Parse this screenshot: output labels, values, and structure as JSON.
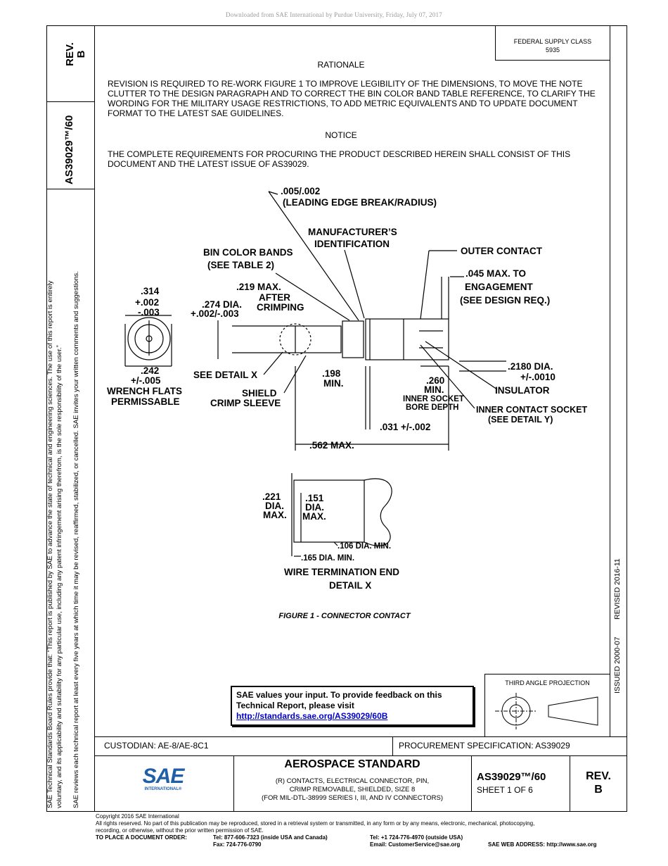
{
  "download_banner": "Downloaded from SAE International by Purdue University, Friday, July 07, 2017",
  "side_margin": {
    "rev_label": "REV.",
    "rev_value": "B",
    "doc_number": "AS39029™/60",
    "rules_line1": "SAE Technical Standards Board Rules provide that: “This report is published by SAE to advance the state of technical and engineering sciences. The use of this report is entirely",
    "rules_line2": "voluntary, and its applicability and suitability for any particular use, including any patent infringement arising therefrom, is the sole responsibility of the user.”",
    "rules_line3": "SAE reviews each technical report at least every five years at which time it may be revised, reaffirmed, stabilized, or cancelled. SAE invites your written comments and suggestions."
  },
  "right_margin": {
    "issued": "ISSUED 2000-07",
    "revised": "REVISED 2016-11"
  },
  "federal_supply": {
    "line1": "FEDERAL SUPPLY CLASS",
    "line2": "5935"
  },
  "rationale": {
    "heading": "RATIONALE",
    "text": "REVISION IS REQUIRED TO RE-WORK FIGURE 1 TO IMPROVE LEGIBILITY OF THE DIMENSIONS, TO MOVE THE NOTE CLUTTER TO THE DESIGN PARAGRAPH AND TO CORRECT THE BIN COLOR BAND TABLE REFERENCE, TO CLARIFY THE WORDING FOR THE MILITARY USAGE RESTRICTIONS, TO ADD METRIC EQUIVALENTS AND TO UPDATE DOCUMENT FORMAT TO THE LATEST SAE GUIDELINES."
  },
  "notice": {
    "heading": "NOTICE",
    "text": "THE COMPLETE REQUIREMENTS FOR PROCURING THE PRODUCT DESCRIBED HEREIN SHALL CONSIST OF THIS DOCUMENT AND THE LATEST ISSUE OF AS39029."
  },
  "figure": {
    "caption": "FIGURE 1 - CONNECTOR CONTACT",
    "labels": {
      "edge_break_1": ".005/.002",
      "edge_break_2": "(LEADING EDGE BREAK/RADIUS)",
      "mfr_1": "MANUFACTURER’S",
      "mfr_2": "IDENTIFICATION",
      "bin_1": "BIN COLOR BANDS",
      "bin_2": "(SEE TABLE 2)",
      "outer_contact": "OUTER CONTACT",
      "max045_1": ".045 MAX. TO",
      "max045_2": "ENGAGEMENT",
      "max045_3": "(SEE DESIGN REQ.)",
      "d314_1": ".314",
      "d314_2": "+.002",
      "d314_3": "-.003",
      "d219_1": ".219 MAX.",
      "d219_2": "AFTER",
      "d219_3": "CRIMPING",
      "d274_1": ".274 DIA.",
      "d274_2": "+.002/-.003",
      "d242_1": ".242",
      "d242_2": "+/-.005",
      "wrench_1": "WRENCH FLATS",
      "wrench_2": "PERMISSABLE",
      "see_detail_x": "SEE DETAIL X",
      "shield_1": "SHIELD",
      "shield_2": "CRIMP SLEEVE",
      "d198_1": ".198",
      "d198_2": "MIN.",
      "d260_1": ".260",
      "d260_2": "MIN.",
      "bore_1": "INNER SOCKET",
      "bore_2": "BORE DEPTH",
      "d2180_1": ".2180 DIA.",
      "d2180_2": "+/-.0010",
      "insulator": "INSULATOR",
      "socket_1": "INNER CONTACT SOCKET",
      "socket_2": "(SEE DETAIL Y)",
      "d031": ".031 +/-.002",
      "d562": ".562 MAX.",
      "d221_1": ".221",
      "d221_2": "DIA.",
      "d221_3": "MAX.",
      "d151_1": ".151",
      "d151_2": "DIA.",
      "d151_3": "MAX.",
      "d106": ".106 DIA. MIN.",
      "d165": ".165 DIA. MIN.",
      "detail_1": "WIRE TERMINATION END",
      "detail_2": "DETAIL X"
    }
  },
  "feedback": {
    "line1": "SAE values your input. To provide feedback on this",
    "line2": "Technical Report, please visit",
    "link": "http://standards.sae.org/AS39029/60B"
  },
  "projection": {
    "label": "THIRD ANGLE PROJECTION"
  },
  "title_block": {
    "custodian": "CUSTODIAN: AE-8/AE-8C1",
    "procurement": "PROCUREMENT SPECIFICATION: AS39029",
    "logo_text": "SAE",
    "logo_sub": "INTERNATIONAL®",
    "standard_type": "AEROSPACE STANDARD",
    "title_1": "(R) CONTACTS, ELECTRICAL CONNECTOR, PIN,",
    "title_2": "CRIMP REMOVABLE, SHIELDED, SIZE 8",
    "title_3": "(FOR MIL-DTL-38999 SERIES I, III, AND IV CONNECTORS)",
    "doc_number": "AS39029™/60",
    "sheet": "SHEET 1 OF 6",
    "rev_label": "REV.",
    "rev_value": "B"
  },
  "footer": {
    "copyright": "Copyright 2016 SAE International",
    "rights_1": "All rights reserved. No part of this publication may be reproduced, stored in a retrieval system or transmitted, in any form or by any means, electronic, mechanical, photocopying,",
    "rights_2": "recording, or otherwise, without the prior written permission of SAE.",
    "order_label": "TO PLACE A DOCUMENT ORDER:",
    "tel_us": "Tel: 877-606-7323 (inside USA and Canada)",
    "tel_intl": "Tel: +1 724-776-4970 (outside USA)",
    "fax": "Fax: 724-776-0790",
    "email": "Email: CustomerService@sae.org",
    "web": "SAE WEB ADDRESS: http://www.sae.org"
  }
}
